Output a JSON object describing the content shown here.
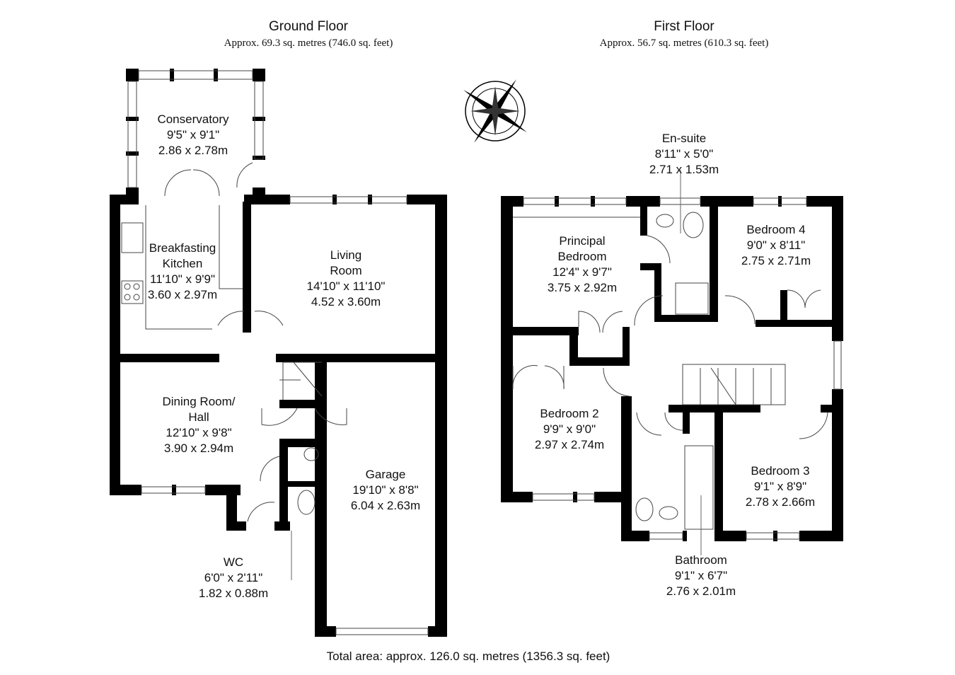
{
  "ground_floor": {
    "title": "Ground Floor",
    "area": "Approx. 69.3 sq. metres (746.0 sq. feet)",
    "rooms": {
      "conservatory": {
        "name": "Conservatory",
        "imperial": "9'5\" x 9'1\"",
        "metric": "2.86 x 2.78m"
      },
      "kitchen": {
        "name1": "Breakfasting",
        "name2": "Kitchen",
        "imperial": "11'10\" x 9'9\"",
        "metric": "3.60 x 2.97m"
      },
      "living": {
        "name1": "Living",
        "name2": "Room",
        "imperial": "14'10\" x 11'10\"",
        "metric": "4.52 x 3.60m"
      },
      "dining": {
        "name1": "Dining Room/",
        "name2": "Hall",
        "imperial": "12'10\" x 9'8\"",
        "metric": "3.90 x 2.94m"
      },
      "garage": {
        "name": "Garage",
        "imperial": "19'10\" x 8'8\"",
        "metric": "6.04 x 2.63m"
      },
      "wc": {
        "name": "WC",
        "imperial": "6'0\" x 2'11\"",
        "metric": "1.82 x 0.88m"
      }
    }
  },
  "first_floor": {
    "title": "First Floor",
    "area": "Approx. 56.7 sq. metres (610.3 sq. feet)",
    "rooms": {
      "ensuite": {
        "name": "En-suite",
        "imperial": "8'11\" x 5'0\"",
        "metric": "2.71 x 1.53m"
      },
      "principal": {
        "name1": "Principal",
        "name2": "Bedroom",
        "imperial": "12'4\" x 9'7\"",
        "metric": "3.75 x 2.92m"
      },
      "bedroom4": {
        "name": "Bedroom 4",
        "imperial": "9'0\" x 8'11\"",
        "metric": "2.75 x 2.71m"
      },
      "bedroom2": {
        "name": "Bedroom 2",
        "imperial": "9'9\" x 9'0\"",
        "metric": "2.97 x 2.74m"
      },
      "bedroom3": {
        "name": "Bedroom 3",
        "imperial": "9'1\" x 8'9\"",
        "metric": "2.78 x 2.66m"
      },
      "bathroom": {
        "name": "Bathroom",
        "imperial": "9'1\" x 6'7\"",
        "metric": "2.76 x 2.01m"
      }
    }
  },
  "total_area": "Total area: approx. 126.0 sq. metres (1356.3 sq. feet)",
  "compass": {
    "icon": "compass-rose-icon"
  }
}
